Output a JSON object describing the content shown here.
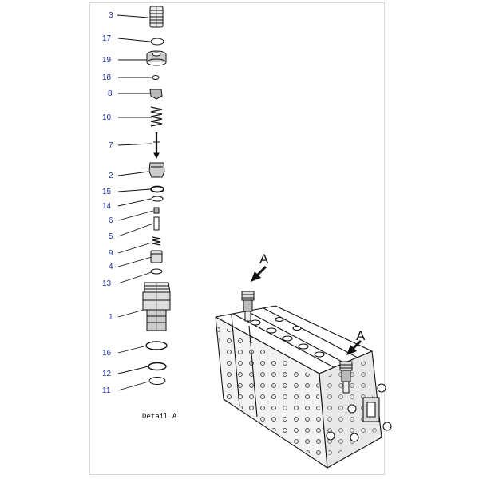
{
  "parts": [
    {
      "id": "3",
      "label": "3"
    },
    {
      "id": "17",
      "label": "17"
    },
    {
      "id": "19",
      "label": "19"
    },
    {
      "id": "18",
      "label": "18"
    },
    {
      "id": "8",
      "label": "8"
    },
    {
      "id": "10",
      "label": "10"
    },
    {
      "id": "7",
      "label": "7"
    },
    {
      "id": "2",
      "label": "2"
    },
    {
      "id": "15",
      "label": "15"
    },
    {
      "id": "14",
      "label": "14"
    },
    {
      "id": "6",
      "label": "6"
    },
    {
      "id": "5",
      "label": "5"
    },
    {
      "id": "9",
      "label": "9"
    },
    {
      "id": "4",
      "label": "4"
    },
    {
      "id": "13",
      "label": "13"
    },
    {
      "id": "1",
      "label": "1"
    },
    {
      "id": "16",
      "label": "16"
    },
    {
      "id": "12",
      "label": "12"
    },
    {
      "id": "11",
      "label": "11"
    }
  ],
  "caption": "Detail A",
  "callouts": [
    "A",
    "A"
  ],
  "colors": {
    "part_label": "#2233aa",
    "line": "#111111"
  }
}
